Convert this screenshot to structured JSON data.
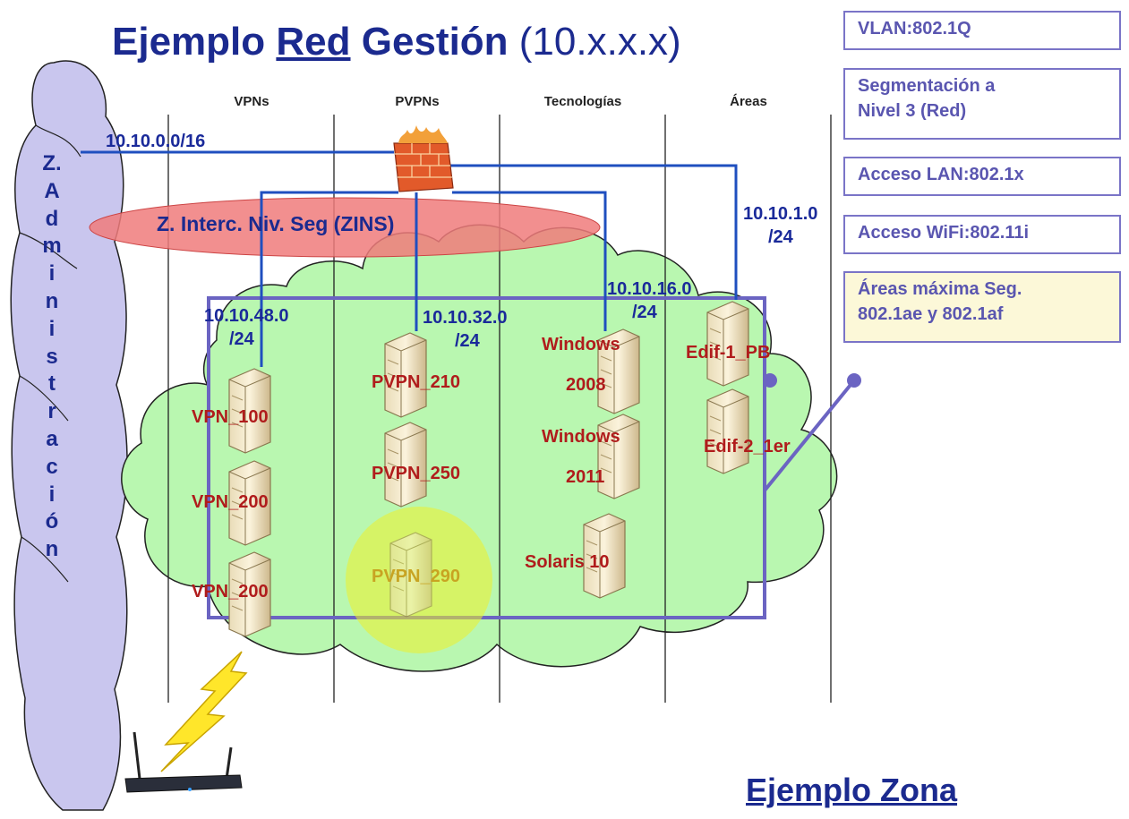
{
  "title": {
    "part1": "Ejemplo",
    "part2": "Red",
    "part3": "Gestión",
    "part4": "(10.x.x.x)"
  },
  "columns": [
    "VPNs",
    "PVPNs",
    "Tecnologías",
    "Áreas"
  ],
  "zone_admin": [
    "Z.",
    "A",
    "d",
    "m",
    "i",
    "n",
    "i",
    "s",
    "t",
    "r",
    "a",
    "c",
    "i",
    "ó",
    "n"
  ],
  "zins_label": "Z. Interc. Niv. Seg (ZINS)",
  "networks": {
    "main": "10.10.0.0/16",
    "areas_1": "10.10.1.0",
    "areas_2": "/24",
    "tech_1": "10.10.16.0",
    "tech_2": "/24",
    "vpn_1": "10.10.48.0",
    "vpn_2": "/24",
    "pvpn_1": "10.10.32.0",
    "pvpn_2": "/24"
  },
  "nodes": {
    "vpn100": "VPN_100",
    "vpn200a": "VPN_200",
    "vpn200b": "VPN_200",
    "pvpn210": "PVPN_210",
    "pvpn250": "PVPN_250",
    "pvpn290": "PVPN_290",
    "win2008_a": "Windows",
    "win2008_b": "2008",
    "win2011_a": "Windows",
    "win2011_b": "2011",
    "solaris": "Solaris 10",
    "edif1": "Edif-1_PB",
    "edif2": "Edif-2_1er"
  },
  "side_boxes": {
    "vlan": "VLAN:802.1Q",
    "seg1": "Segmentación a",
    "seg2": "Nivel 3 (Red)",
    "lan": "Acceso LAN:802.1x",
    "wifi": "Acceso WiFi:802.11i",
    "areas1": "Áreas máxima Seg.",
    "areas2": "802.1ae y 802.1af"
  },
  "footer": "Ejemplo Zona",
  "colors": {
    "title": "#1b2a8f",
    "node_label": "#b01c1c",
    "link": "#1f4fbf",
    "zone_border": "#6b64c2",
    "cloud": "#b9f7b0",
    "ellipse": "#f07b7b"
  }
}
